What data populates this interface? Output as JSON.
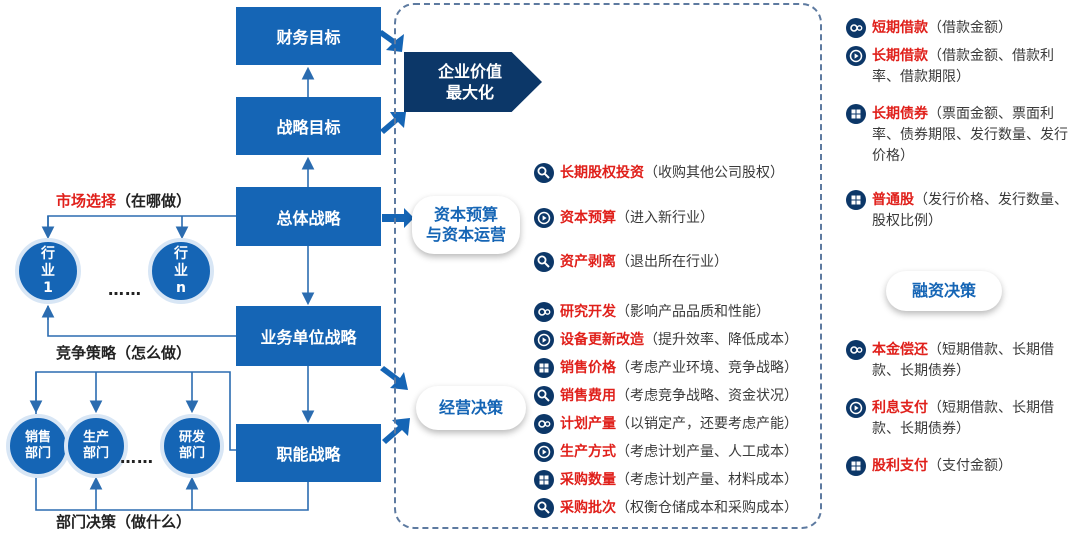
{
  "goals": {
    "finance": "财务目标",
    "strategy": "战略目标",
    "overall": "总体战略",
    "business_unit": "业务单位战略",
    "functional": "职能战略"
  },
  "value_max": {
    "line1": "企业价值",
    "line2": "最大化"
  },
  "capital_budget": {
    "line1": "资本预算",
    "line2": "与资本运营"
  },
  "operating_decision": "经营决策",
  "financing_decision": "融资决策",
  "market_choice": {
    "red": "市场选择",
    "rest": "（在哪做）"
  },
  "competitive_strategy": "竞争策略（怎么做）",
  "department_decision": "部门决策（做什么）",
  "industries": [
    {
      "line1": "行",
      "line2": "业",
      "line3": "1"
    },
    {
      "line1": "行",
      "line2": "业",
      "line3": "n"
    }
  ],
  "industry_dots": "……",
  "departments": [
    {
      "line1": "销售",
      "line2": "部门"
    },
    {
      "line1": "生产",
      "line2": "部门"
    },
    {
      "line1": "研发",
      "line2": "部门"
    }
  ],
  "department_dots": "……",
  "capital_items": [
    {
      "icon": "search-icon",
      "keyword": "长期股权投资",
      "desc": "（收购其他公司股权）"
    },
    {
      "icon": "play-icon",
      "keyword": "资本预算",
      "desc": "（进入新行业）"
    },
    {
      "icon": "search-icon",
      "keyword": "资产剥离",
      "desc": "（退出所在行业）"
    }
  ],
  "operating_items": [
    {
      "icon": "gear-icon",
      "keyword": "研究开发",
      "desc": "（影响产品品质和性能）"
    },
    {
      "icon": "play-icon",
      "keyword": "设备更新改造",
      "desc": "（提升效率、降低成本）"
    },
    {
      "icon": "windows-icon",
      "keyword": "销售价格",
      "desc": "（考虑产业环境、竞争战略）"
    },
    {
      "icon": "search-icon",
      "keyword": "销售费用",
      "desc": "（考虑竞争战略、资金状况）"
    },
    {
      "icon": "gear-icon",
      "keyword": "计划产量",
      "desc": "（以销定产，还要考虑产能）"
    },
    {
      "icon": "play-icon",
      "keyword": "生产方式",
      "desc": "（考虑计划产量、人工成本）"
    },
    {
      "icon": "windows-icon",
      "keyword": "采购数量",
      "desc": "（考虑计划产量、材料成本）"
    },
    {
      "icon": "search-icon",
      "keyword": "采购批次",
      "desc": "（权衡仓储成本和采购成本）"
    }
  ],
  "financing_items": [
    {
      "icon": "gear-icon",
      "keyword": "短期借款",
      "desc": "（借款金额）"
    },
    {
      "icon": "play-icon",
      "keyword": "长期借款",
      "desc": "（借款金额、借款利率、借款期限）"
    },
    {
      "icon": "windows-icon",
      "keyword": "长期债券",
      "desc": "（票面金额、票面利率、债券期限、发行数量、发行价格）"
    },
    {
      "icon": "windows-icon",
      "keyword": "普通股",
      "desc": "（发行价格、发行数量、股权比例）"
    }
  ],
  "repayment_items": [
    {
      "icon": "gear-icon",
      "keyword": "本金偿还",
      "desc": "（短期借款、长期借款、长期债券）"
    },
    {
      "icon": "play-icon",
      "keyword": "利息支付",
      "desc": "（短期借款、长期借款、长期债券）"
    },
    {
      "icon": "windows-icon",
      "keyword": "股利支付",
      "desc": "（支付金额）"
    }
  ],
  "colors": {
    "primary": "#1565b5",
    "navy": "#0c3768",
    "accent_red": "#e0201b",
    "connector": "#2b6cb0"
  }
}
